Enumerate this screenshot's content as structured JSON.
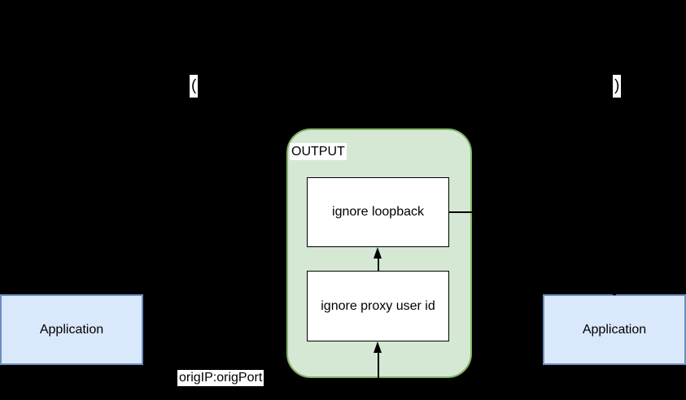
{
  "diagram": {
    "background": "#000000",
    "output_chain": {
      "title": "OUTPUT",
      "fill": "#d5e8d4",
      "stroke": "#82b366",
      "rules": [
        {
          "label": "ignore loopback"
        },
        {
          "label": "ignore proxy user id"
        }
      ]
    },
    "applications": [
      {
        "position": "left",
        "label": "Application"
      },
      {
        "position": "right",
        "label": "Application"
      }
    ],
    "application_style": {
      "fill": "#dae8fc",
      "stroke": "#6c8ebf"
    },
    "edge_labels": {
      "paren_open": "(",
      "paren_close": ")",
      "source_endpoint": "origIP:origPort"
    },
    "line_color": "#000000",
    "label_background": "#ffffff"
  }
}
